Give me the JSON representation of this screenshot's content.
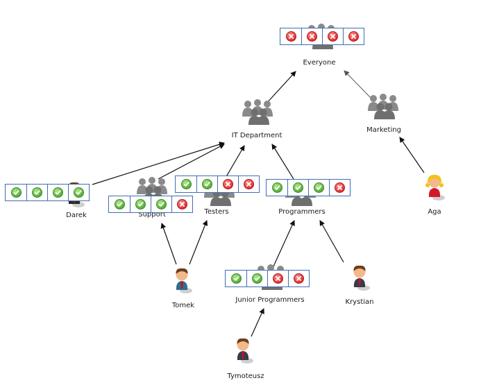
{
  "nodes": {
    "everyone": {
      "label": "Everyone",
      "kind": "group",
      "icon": "group-icon"
    },
    "it_department": {
      "label": "IT Department",
      "kind": "group",
      "icon": "group-icon"
    },
    "marketing": {
      "label": "Marketing",
      "kind": "group",
      "icon": "group-icon"
    },
    "support": {
      "label": "Support",
      "kind": "group",
      "icon": "group-icon"
    },
    "testers": {
      "label": "Testers",
      "kind": "group",
      "icon": "group-icon"
    },
    "programmers": {
      "label": "Programmers",
      "kind": "group",
      "icon": "group-icon"
    },
    "junior_programmers": {
      "label": "Junior Programmers",
      "kind": "group",
      "icon": "group-icon"
    },
    "darek": {
      "label": "Darek",
      "kind": "user",
      "icon": "user-icon"
    },
    "aga": {
      "label": "Aga",
      "kind": "user",
      "icon": "user-female-icon"
    },
    "tomek": {
      "label": "Tomek",
      "kind": "user",
      "icon": "user-icon"
    },
    "krystian": {
      "label": "Krystian",
      "kind": "user",
      "icon": "user-icon"
    },
    "tymoteusz": {
      "label": "Tymoteusz",
      "kind": "user",
      "icon": "user-icon"
    }
  },
  "edges": [
    [
      "it_department",
      "everyone"
    ],
    [
      "marketing",
      "everyone"
    ],
    [
      "darek",
      "it_department"
    ],
    [
      "support",
      "it_department"
    ],
    [
      "testers",
      "it_department"
    ],
    [
      "programmers",
      "it_department"
    ],
    [
      "aga",
      "marketing"
    ],
    [
      "tomek",
      "support"
    ],
    [
      "tomek",
      "testers"
    ],
    [
      "junior_programmers",
      "programmers"
    ],
    [
      "krystian",
      "programmers"
    ],
    [
      "tymoteusz",
      "junior_programmers"
    ]
  ],
  "permissions": {
    "everyone": [
      "deny",
      "deny",
      "deny",
      "deny"
    ],
    "darek": [
      "allow",
      "allow",
      "allow",
      "allow"
    ],
    "support": [
      "allow",
      "allow",
      "allow",
      "deny"
    ],
    "testers": [
      "allow",
      "allow",
      "deny",
      "deny"
    ],
    "programmers": [
      "allow",
      "allow",
      "allow",
      "deny"
    ],
    "junior_programmers": [
      "allow",
      "allow",
      "deny",
      "deny"
    ]
  },
  "colors": {
    "group": "#8a8a8a",
    "group_front": "#6f6f6f",
    "arrow_dark": "#111111",
    "arrow_light": "#555555",
    "table_border": "#3f6eb3",
    "allow": "#4ea734",
    "deny": "#dd2727"
  }
}
